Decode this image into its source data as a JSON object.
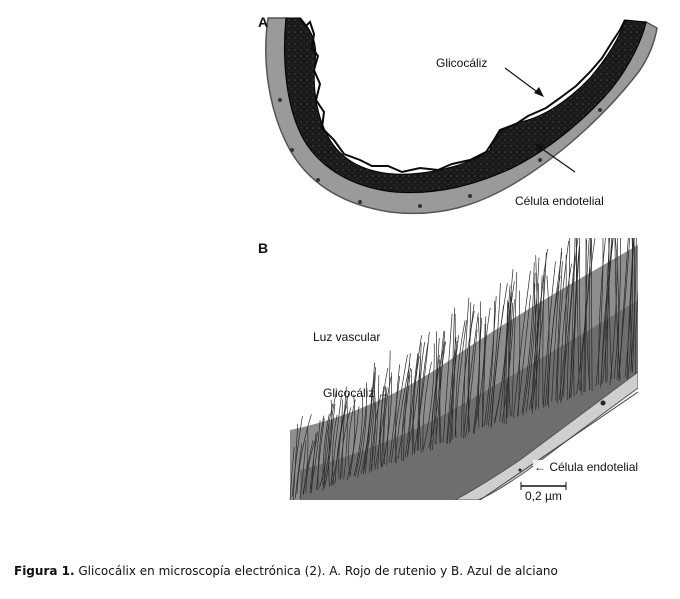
{
  "panel_a": {
    "letter": "A",
    "label_glycocalyx": "Glicocáliz",
    "label_endothelial": "Célula endotelial"
  },
  "panel_b": {
    "letter": "B",
    "label_lumen": "Luz vascular",
    "label_glycocalyx": "Glicocáliz →",
    "label_endothelial": "← Célula endotelial",
    "scale_label": "0,2 µm"
  },
  "caption": {
    "prefix": "Figura 1.",
    "text": " Glicocálix en microscopía electrónica (2). A. Rojo de rutenio y B. Azul de alciano"
  }
}
